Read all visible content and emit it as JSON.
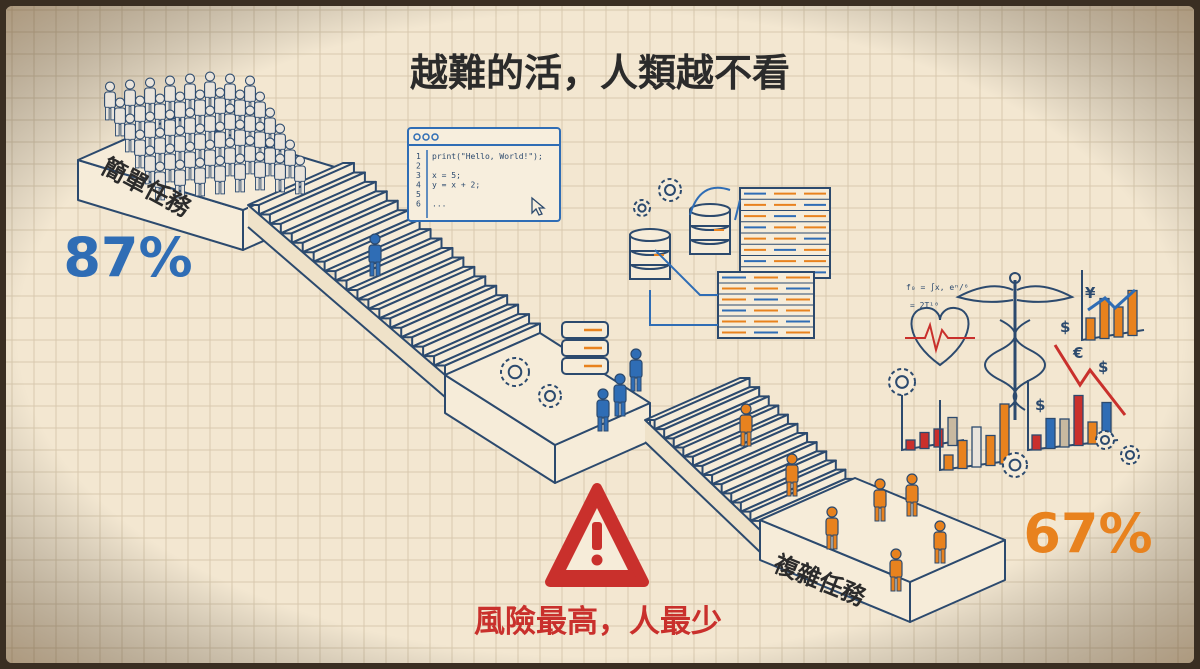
{
  "title": "越難的活，人類越不看",
  "simple_task": {
    "label": "簡單任務",
    "percent": "87%"
  },
  "complex_task": {
    "label": "複雜任務",
    "percent": "67%"
  },
  "warning": {
    "text": "風險最高，人最少",
    "icon": "warning-triangle-icon"
  },
  "code_window": {
    "line_numbers": [
      "1",
      "2",
      "3",
      "4",
      "5",
      "6"
    ],
    "lines": [
      "print(\"Hello, World!\");",
      "",
      "x = 5;",
      "y = x + 2;",
      "",
      "..."
    ]
  },
  "formula": [
    "f₀ = ∫x, eⁿ/⁶",
    "= 2T¹⁰"
  ],
  "currency_symbols": [
    "¥",
    "$",
    "€",
    "$",
    "$"
  ],
  "colors": {
    "paper": "#f3e7d1",
    "grid": "#d8c9ae",
    "ink": "#2c4a6e",
    "blue": "#2f6db5",
    "orange": "#e8821e",
    "red": "#c9302c",
    "crowd": "#e9e4dc"
  }
}
